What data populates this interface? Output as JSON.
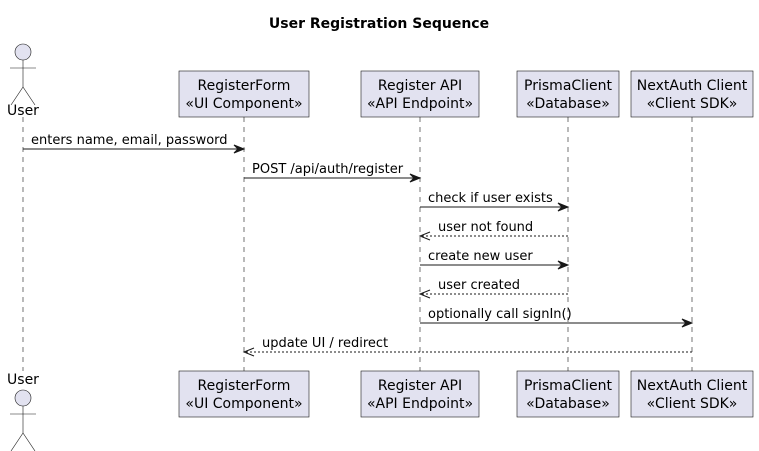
{
  "title": "User Registration Sequence",
  "participants": [
    {
      "id": "user",
      "kind": "actor",
      "label": "User"
    },
    {
      "id": "registerform",
      "kind": "box",
      "line1": "RegisterForm",
      "line2": "«UI Component»"
    },
    {
      "id": "registerapi",
      "kind": "box",
      "line1": "Register API",
      "line2": "«API Endpoint»"
    },
    {
      "id": "prismaclient",
      "kind": "box",
      "line1": "PrismaClient",
      "line2": "«Database»"
    },
    {
      "id": "nextauth",
      "kind": "box",
      "line1": "NextAuth Client",
      "line2": "«Client SDK»"
    }
  ],
  "messages": [
    {
      "from": "user",
      "to": "registerform",
      "label": "enters name, email, password",
      "style": "sync"
    },
    {
      "from": "registerform",
      "to": "registerapi",
      "label": "POST /api/auth/register",
      "style": "sync"
    },
    {
      "from": "registerapi",
      "to": "prismaclient",
      "label": "check if user exists",
      "style": "sync"
    },
    {
      "from": "prismaclient",
      "to": "registerapi",
      "label": "user not found",
      "style": "return"
    },
    {
      "from": "registerapi",
      "to": "prismaclient",
      "label": "create new user",
      "style": "sync"
    },
    {
      "from": "prismaclient",
      "to": "registerapi",
      "label": "user created",
      "style": "return"
    },
    {
      "from": "registerapi",
      "to": "nextauth",
      "label": "optionally call signIn()",
      "style": "sync"
    },
    {
      "from": "nextauth",
      "to": "registerform",
      "label": "update UI / redirect",
      "style": "return"
    }
  ]
}
